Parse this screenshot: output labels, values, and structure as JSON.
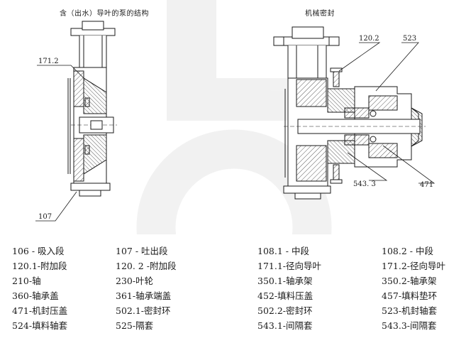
{
  "titles": {
    "left": "含（出水）导叶的泵的结构",
    "right": "机械密封"
  },
  "callouts": {
    "left_top": "171.2",
    "left_bottom": "107",
    "right_top_a": "120.2",
    "right_top_b": "523",
    "right_bottom_a": "543. 3",
    "right_bottom_b": "471"
  },
  "legend": [
    [
      "106 - 吸入段",
      "107 - 吐出段",
      "108.1 - 中段",
      "108.2 - 中段"
    ],
    [
      "120.1-附加段",
      "120. 2 -附加段",
      "171.1-径向导叶",
      "171.2-径向导叶"
    ],
    [
      "210-轴",
      "230-叶轮",
      "350.1-轴承架",
      "350.2-轴承架"
    ],
    [
      "360-轴承盖",
      "361-轴承端盖",
      "452-填料压盖",
      "457-填料垫环"
    ],
    [
      "471-机封压盖",
      "502.1-密封环",
      "502.2-密封环",
      "523-机封轴套"
    ],
    [
      "524-填料轴套",
      "525-隔套",
      "543.1-间隔套",
      "543.3-间隔套"
    ]
  ]
}
